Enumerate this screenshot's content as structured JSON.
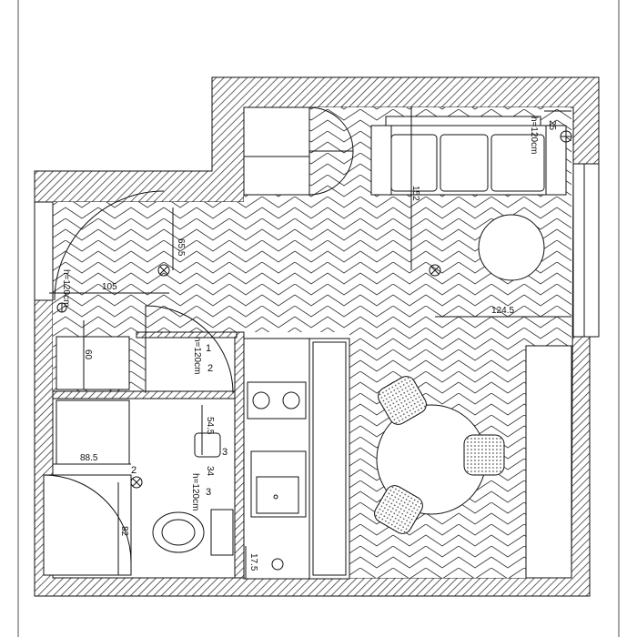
{
  "dimensions": {
    "living_height": "65.5",
    "hall_width": "105",
    "hall_depth": "60",
    "sofa_span": "152",
    "room_width": "124.5",
    "bath_width": "88.5",
    "bath_depth": "82",
    "sink_offset": "54.5",
    "toilet_offset": "34",
    "kitchen_gap": "17.5",
    "wall_gap": "25"
  },
  "heights": {
    "sofa_outlet": "h=120cm",
    "hall_outlet": "h=120cm",
    "bath_door_outlet": "h=120cm",
    "bath_outlet": "h=120cm"
  },
  "markers": {
    "switch_1": "1",
    "switch_2": "2",
    "bath_switch_2": "2",
    "bath_3_top": "3",
    "bath_3_bottom": "3"
  },
  "colors": {
    "wall_hatch": "#222222",
    "floor_pattern": "#333333",
    "paper": "#ffffff"
  },
  "icons": [
    "ceiling-light-icon",
    "outlet-icon",
    "door-swing-arc"
  ]
}
